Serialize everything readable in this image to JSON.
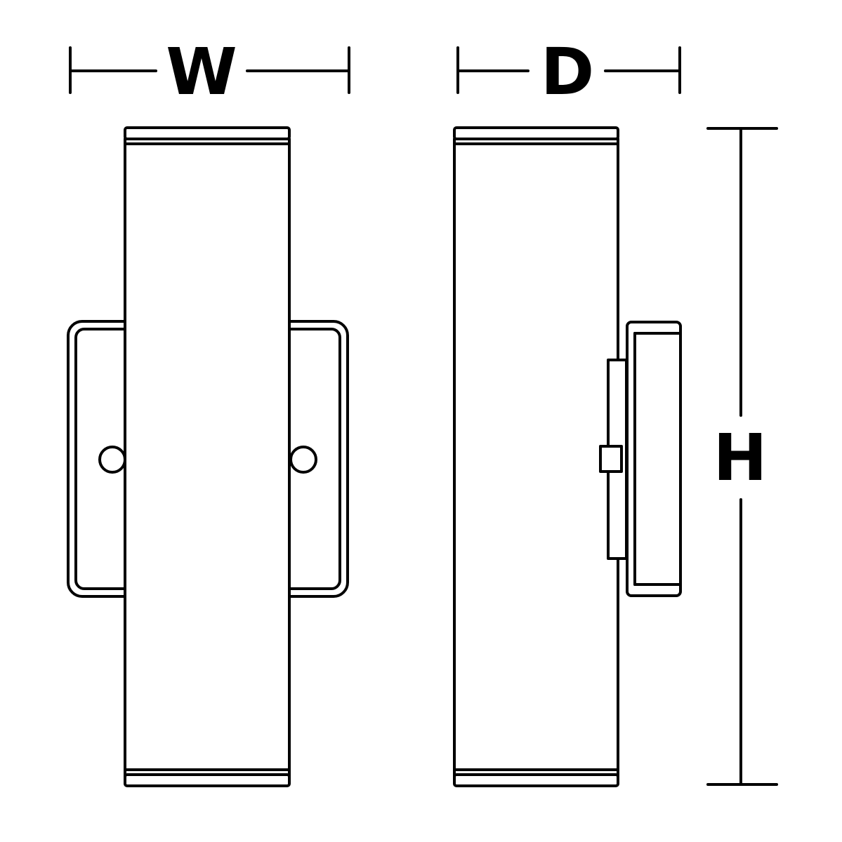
{
  "labels": {
    "width": "W",
    "depth": "D",
    "height": "H"
  },
  "colors": {
    "line": "#000000",
    "background": "#ffffff"
  }
}
